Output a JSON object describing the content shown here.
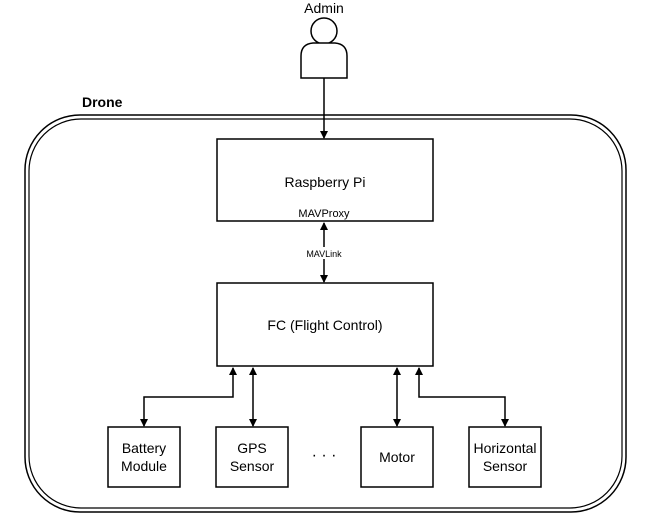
{
  "actor": {
    "label": "Admin",
    "icon": "person-icon"
  },
  "container": {
    "label": "Drone"
  },
  "raspberry_pi": {
    "title": "Raspberry Pi",
    "subtitle": "MAVProxy"
  },
  "link": {
    "label": "MAVLink"
  },
  "flight_controller": {
    "title": "FC (Flight Control)"
  },
  "peripherals": {
    "battery": {
      "line1": "Battery",
      "line2": "Module"
    },
    "gps": {
      "line1": "GPS",
      "line2": "Sensor"
    },
    "ellipsis": "· · ·",
    "motor": {
      "line1": "Motor"
    },
    "horizontal": {
      "line1": "Horizontal",
      "line2": "Sensor"
    }
  },
  "colors": {
    "stroke": "#000000",
    "background": "#ffffff"
  }
}
